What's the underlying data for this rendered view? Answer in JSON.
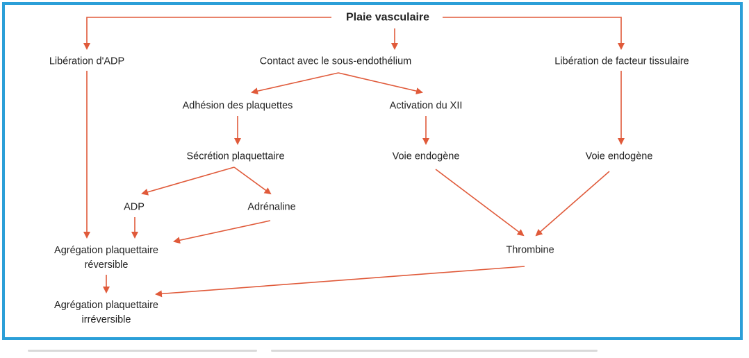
{
  "diagram": {
    "border_color": "#2b9fd8",
    "arrow_color": "#e05a3a",
    "text_color": "#222222",
    "nodes": {
      "plaie": "Plaie vasculaire",
      "lib_adp": "Libération d'ADP",
      "contact": "Contact avec le sous-endothélium",
      "lib_ft": "Libération de facteur tissulaire",
      "adhesion": "Adhésion des plaquettes",
      "activation": "Activation du XII",
      "secretion": "Sécrétion plaquettaire",
      "voie_endo_1": "Voie endogène",
      "voie_endo_2": "Voie endogène",
      "adp": "ADP",
      "adrenaline": "Adrénaline",
      "agr_rev_1": "Agrégation plaquettaire",
      "agr_rev_2": "réversible",
      "thrombine": "Thrombine",
      "agr_irr_1": "Agrégation plaquettaire",
      "agr_irr_2": "irréversible"
    }
  }
}
